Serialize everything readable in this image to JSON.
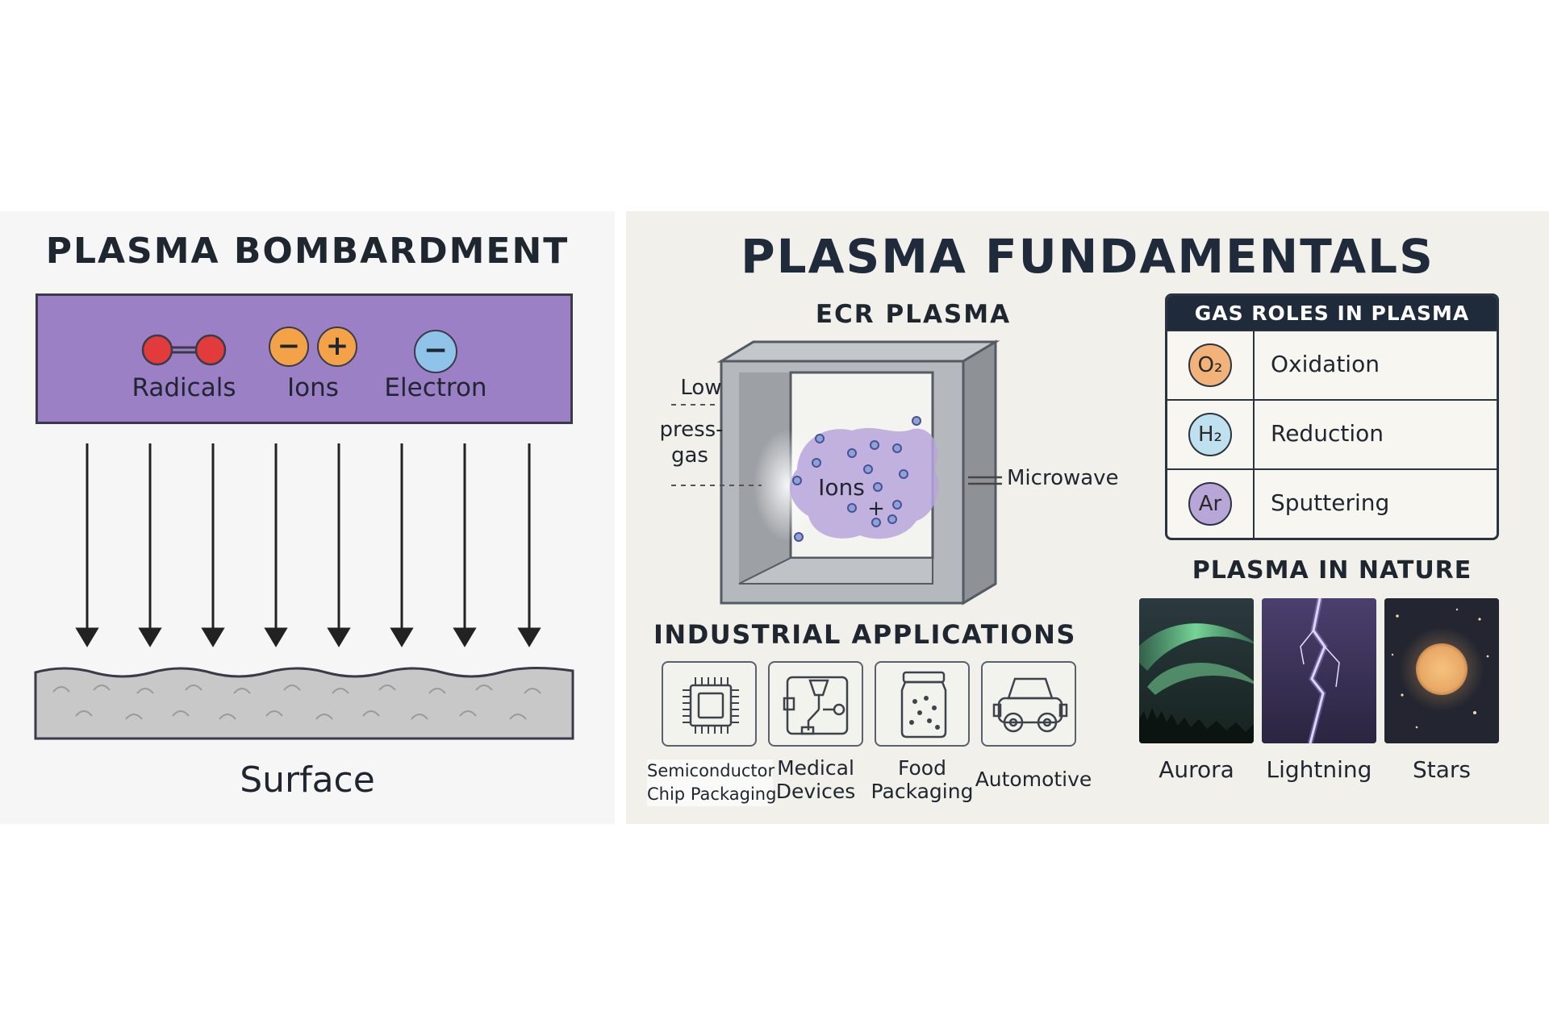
{
  "left": {
    "title": "PLASMA BOMBARDMENT",
    "particles": {
      "radicals": "Radicals",
      "ions": "Ions",
      "electron": "Electron",
      "minus_sign": "−",
      "plus_sign": "+"
    },
    "surface": "Surface"
  },
  "right": {
    "title": "PLASMA FUNDAMENTALS",
    "ecr": {
      "title": "ECR PLASMA",
      "gas_label_line1": "Low",
      "gas_label_line2": "press-",
      "gas_label_line3": "gas",
      "ions_label": "Ions",
      "plus": "+",
      "microwave_label": "Microwave"
    },
    "gas_roles": {
      "title": "GAS ROLES IN PLASMA",
      "rows": [
        {
          "gas": "O₂",
          "role": "Oxidation",
          "color": "#f2b27a"
        },
        {
          "gas": "H₂",
          "role": "Reduction",
          "color": "#bfe0ee"
        },
        {
          "gas": "Ar",
          "role": "Sputtering",
          "color": "#b9a6d8"
        }
      ]
    },
    "nature": {
      "title": "PLASMA IN NATURE",
      "items": [
        "Aurora",
        "Lightning",
        "Stars"
      ]
    },
    "applications": {
      "title": "INDUSTRIAL APPLICATIONS",
      "items": [
        {
          "line1": "Semiconductor",
          "line2": "Chip Packaging"
        },
        {
          "line1": "Medical",
          "line2": "Devices"
        },
        {
          "line1": "Food",
          "line2": "Packaging"
        },
        {
          "line1": "Automotive",
          "line2": ""
        }
      ]
    }
  },
  "colors": {
    "plasma_box": "#9b80c6",
    "radical": "#e23b3b",
    "ion": "#f3a248",
    "electron": "#8fc3ea",
    "plasma_cloud": "#b7a4dc",
    "header_dark": "#1f2b3a"
  }
}
